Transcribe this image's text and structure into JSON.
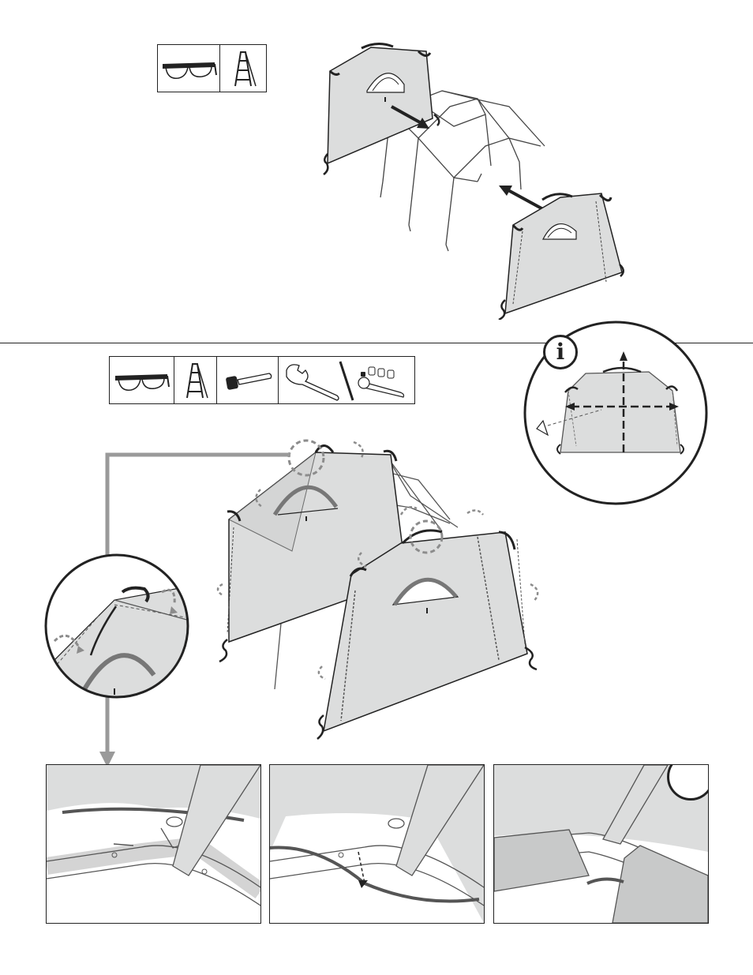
{
  "page": {
    "section_divider": true,
    "printed_text": ""
  },
  "step1": {
    "tools": [
      {
        "icon": "safety-glasses-icon"
      },
      {
        "icon": "step-ladder-icon"
      }
    ],
    "illustration": "front-and-rear-panel-install"
  },
  "step2": {
    "tools": [
      {
        "icon": "safety-glasses-icon"
      },
      {
        "icon": "step-ladder-icon"
      },
      {
        "icon": "rubber-mallet-icon"
      },
      {
        "icon": "adjustable-wrench-icon"
      },
      {
        "icon": "socket-wrench-icon"
      }
    ],
    "info_callout": {
      "icon": "info-icon",
      "glyph": "i"
    },
    "detail_panels": [
      {
        "id": "detail-1"
      },
      {
        "id": "detail-2"
      },
      {
        "id": "detail-3",
        "badge": ""
      }
    ]
  },
  "colors": {
    "line": "#222222",
    "panel_fill": "#dcdddd",
    "callout_gray": "#9a9a9a",
    "dashed_gray": "#8c8c8c"
  }
}
